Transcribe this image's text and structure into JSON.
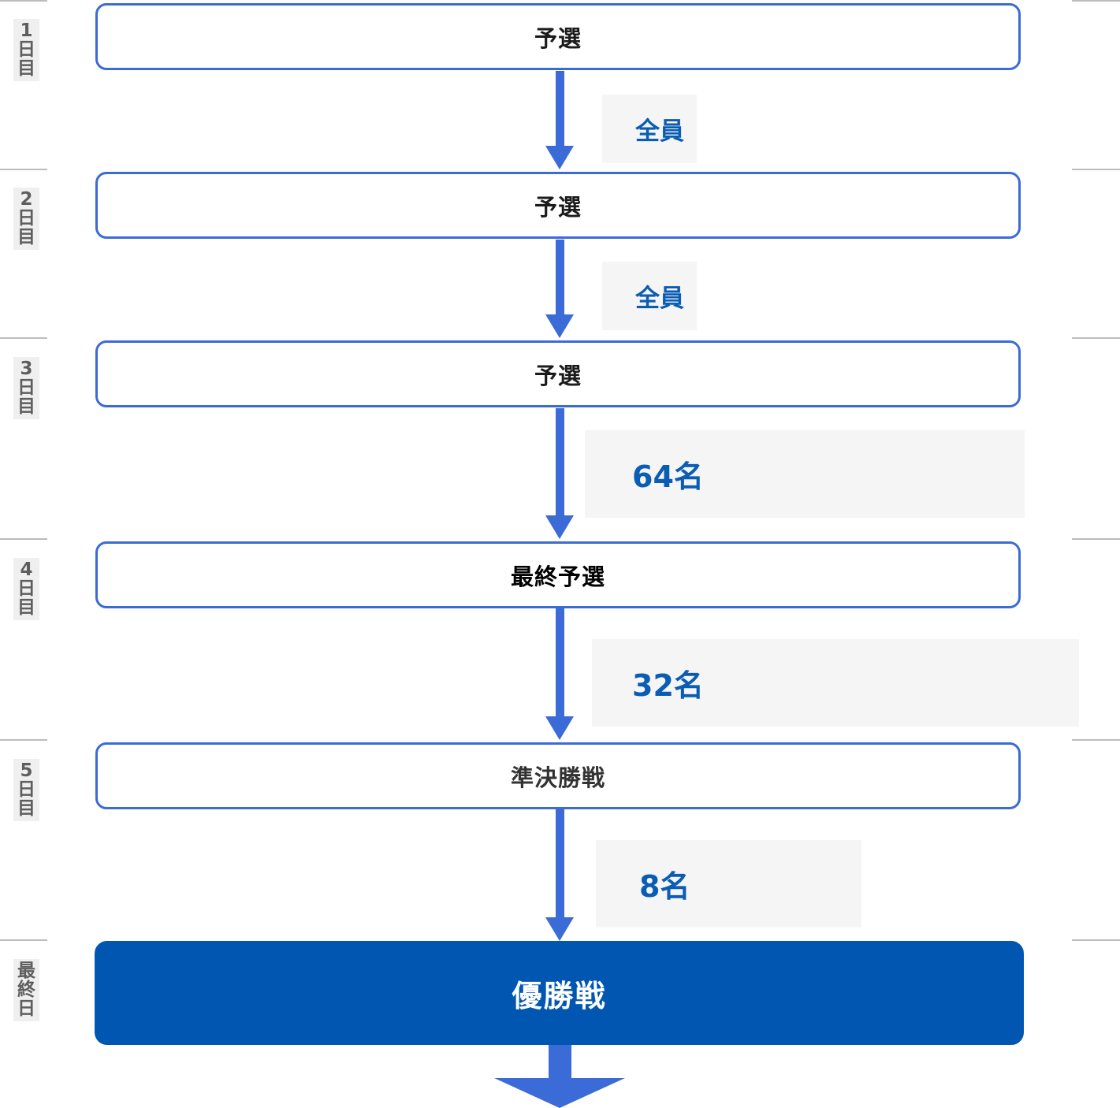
{
  "days": [
    {
      "chars": [
        "1",
        "日",
        "目"
      ]
    },
    {
      "chars": [
        "2",
        "日",
        "目"
      ]
    },
    {
      "chars": [
        "3",
        "日",
        "目"
      ]
    },
    {
      "chars": [
        "4",
        "日",
        "目"
      ]
    },
    {
      "chars": [
        "5",
        "日",
        "目"
      ]
    },
    {
      "chars": [
        "最",
        "終",
        "日"
      ]
    }
  ],
  "stages": [
    {
      "label": "予選"
    },
    {
      "label": "予選"
    },
    {
      "label": "予選"
    },
    {
      "label": "最終予選"
    },
    {
      "label": "準決勝戦"
    },
    {
      "label": "優勝戦"
    }
  ],
  "advancers": [
    {
      "text": "全員"
    },
    {
      "text": "全員"
    },
    {
      "text": "64名"
    },
    {
      "text": "32名"
    },
    {
      "text": "8名"
    }
  ],
  "colors": {
    "arrow": "#3b6bd6",
    "stage_border": "#3b6bd6",
    "final_fill": "#0056b0",
    "advance_text": "#0b5cb3",
    "advance_bg": "#f5f5f5",
    "day_label_bg": "#efefef"
  }
}
